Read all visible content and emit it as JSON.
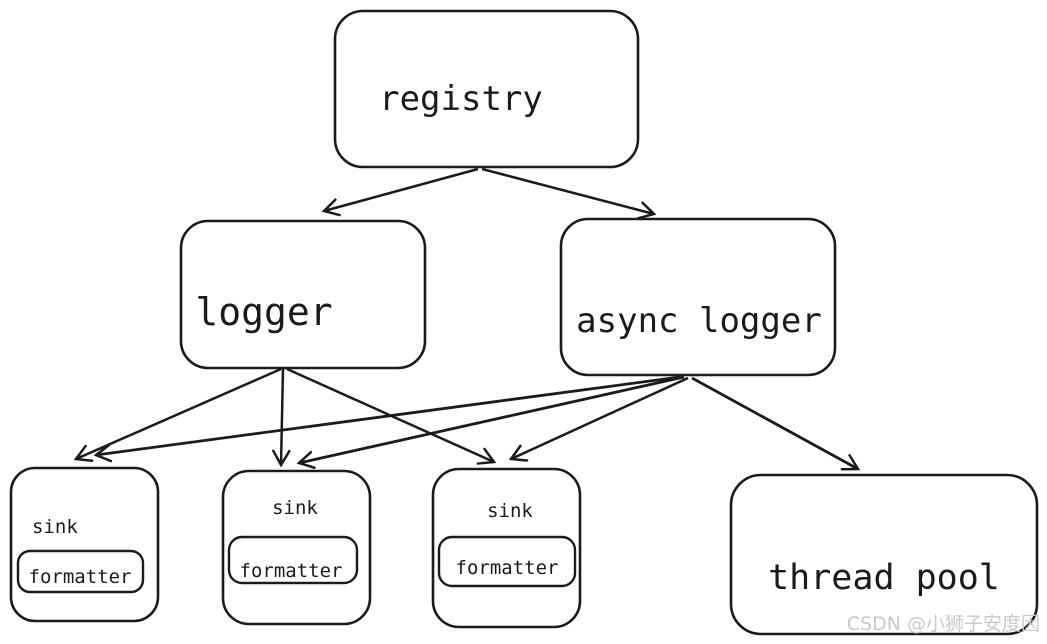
{
  "diagram": {
    "nodes": {
      "registry": {
        "label": "registry"
      },
      "logger": {
        "label": "logger"
      },
      "async_logger": {
        "label": "async logger"
      },
      "sink_1": {
        "label": "sink",
        "formatter": "formatter"
      },
      "sink_2": {
        "label": "sink",
        "formatter": "formatter"
      },
      "sink_3": {
        "label": "sink",
        "formatter": "formatter"
      },
      "thread_pool": {
        "label": "thread pool"
      }
    },
    "edges": [
      {
        "from": "registry",
        "to": "logger"
      },
      {
        "from": "registry",
        "to": "async_logger"
      },
      {
        "from": "logger",
        "to": "sink_1"
      },
      {
        "from": "logger",
        "to": "sink_2"
      },
      {
        "from": "logger",
        "to": "sink_3"
      },
      {
        "from": "async_logger",
        "to": "sink_1"
      },
      {
        "from": "async_logger",
        "to": "sink_2"
      },
      {
        "from": "async_logger",
        "to": "sink_3"
      },
      {
        "from": "async_logger",
        "to": "thread_pool"
      }
    ]
  },
  "watermark": {
    "text": "CSDN @小狮子安度因"
  },
  "colors": {
    "ink": "#1b1b1b",
    "background": "#ffffff",
    "watermark": "#c9c9c9"
  }
}
